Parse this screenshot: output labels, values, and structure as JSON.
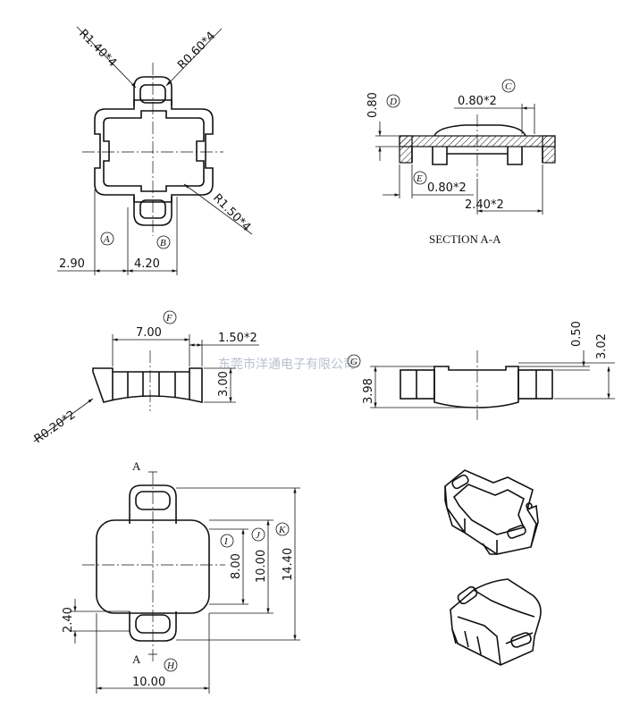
{
  "watermark": "东莞市洋通电子有限公司",
  "section_title": "SECTION A-A",
  "section_marks": [
    "A",
    "A"
  ],
  "refs": [
    "A",
    "B",
    "C",
    "D",
    "E",
    "F",
    "G",
    "H",
    "I",
    "J",
    "K"
  ],
  "top_view": {
    "radius_corner": "R1.40*4",
    "radius_tab": "R0.60*4",
    "radius_body": "R1.50*4",
    "dim_left": "2.90",
    "dim_right": "4.20"
  },
  "section_view": {
    "height": "0.80",
    "top_width": "0.80*2",
    "bottom_width": "0.80*2",
    "overall": "2.40*2"
  },
  "front_view": {
    "width": "7.00",
    "tab": "1.50*2",
    "height": "3.00",
    "radius": "R0.20*2"
  },
  "side_view": {
    "top": "0.50",
    "height": "3.02",
    "overall": "3.98"
  },
  "bottom_view": {
    "inner": "8.00",
    "mid": "10.00",
    "overall_h": "14.40",
    "tab": "2.40",
    "width": "10.00"
  }
}
